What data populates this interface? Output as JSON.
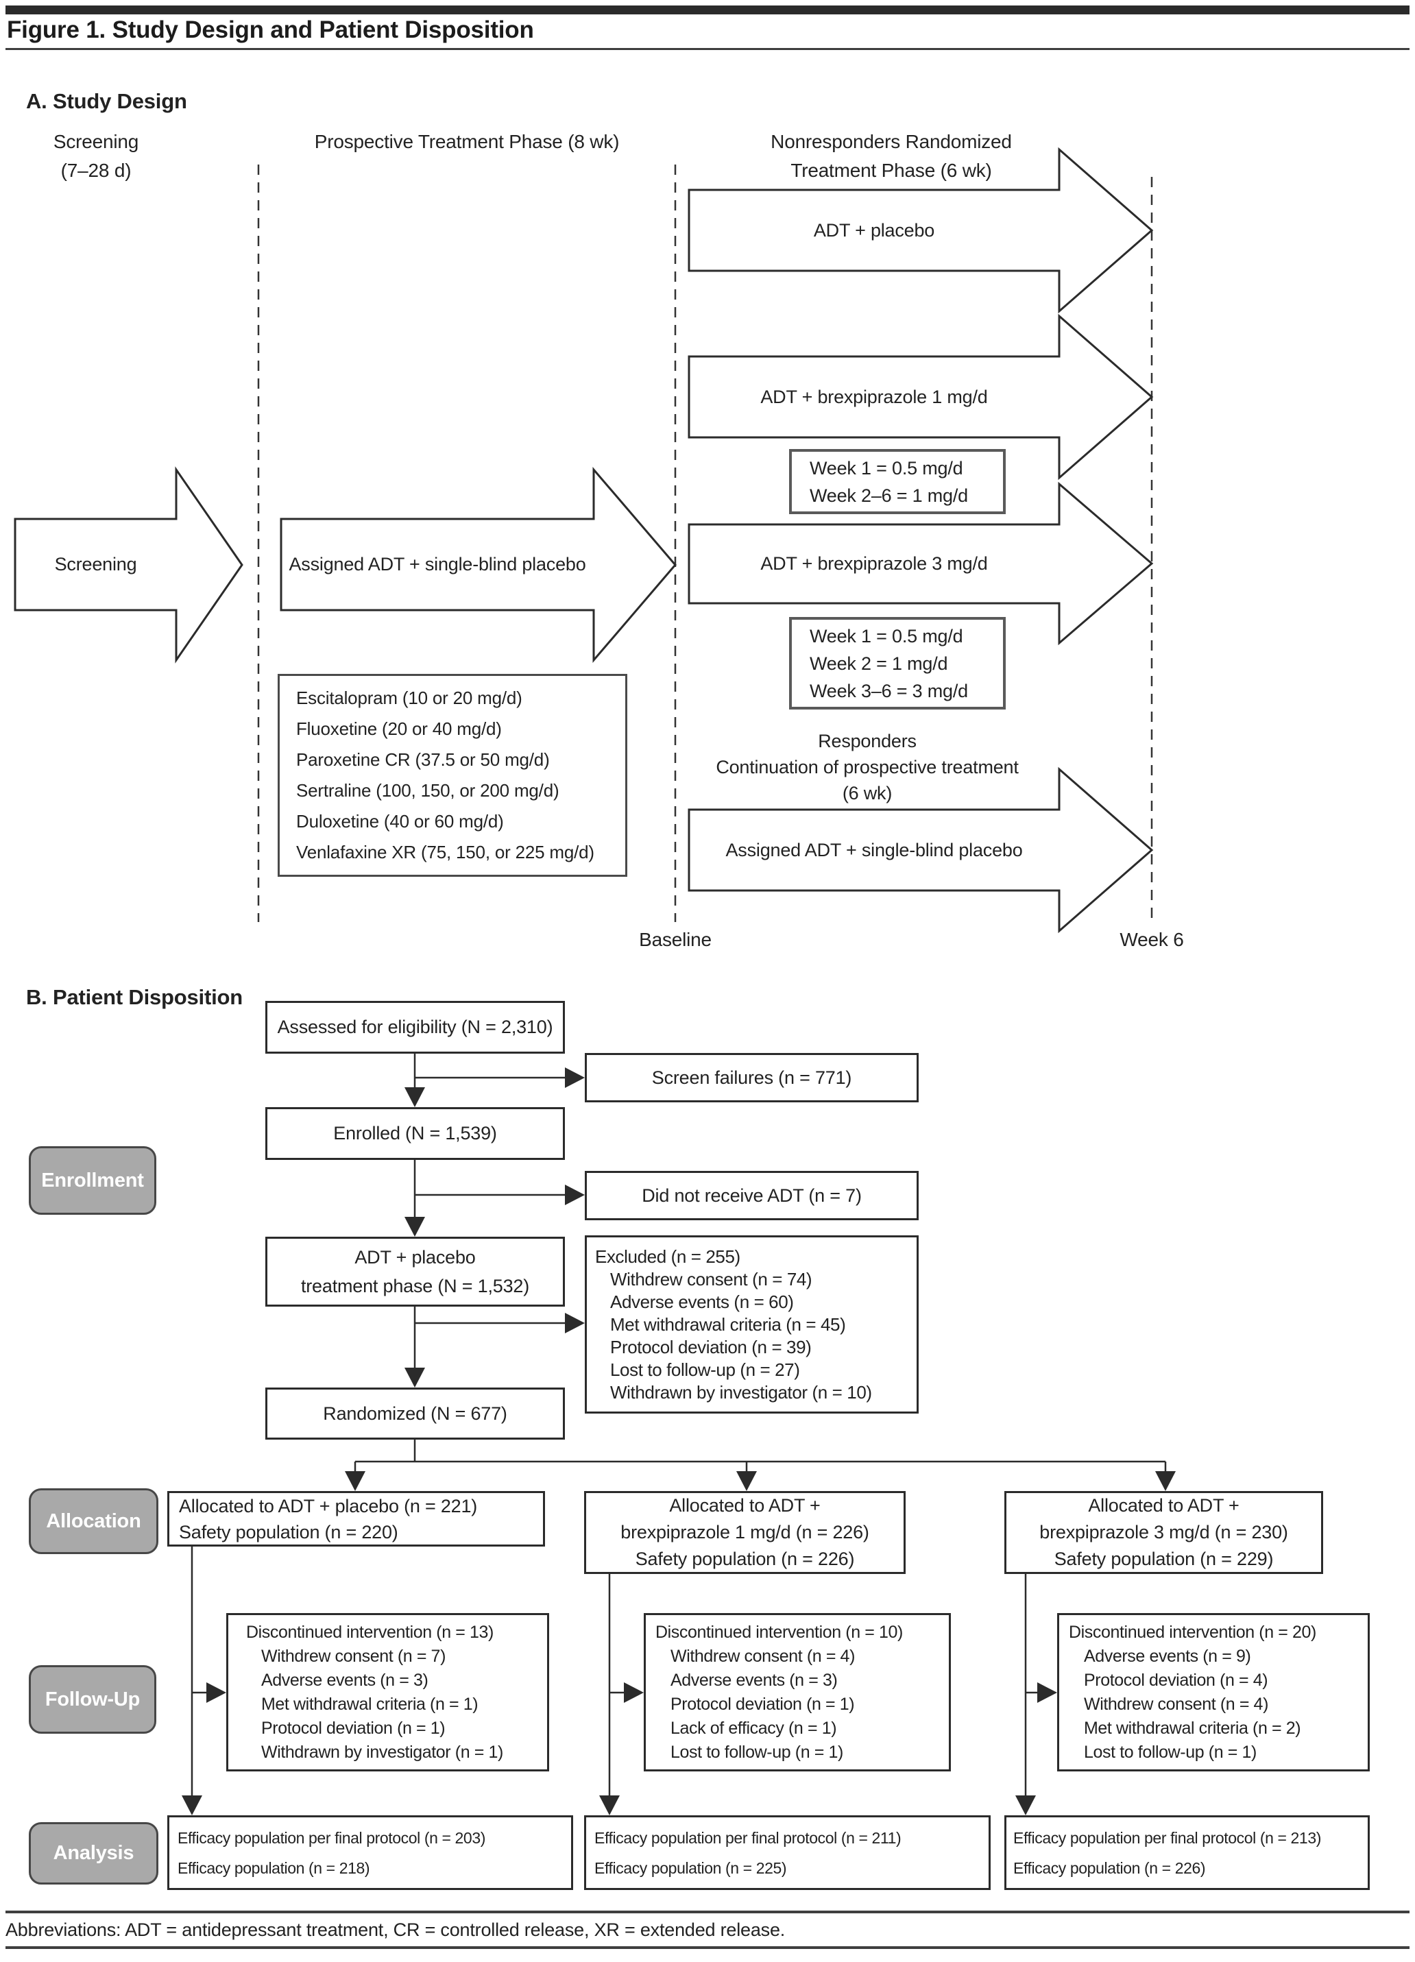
{
  "colors": {
    "ink": "#2b2b2b",
    "stage_label_fill": "#a9a9a9",
    "stage_label_text": "#ffffff"
  },
  "figure": {
    "title": "Figure 1. Study Design and Patient Disposition",
    "footnote": "Abbreviations: ADT = antidepressant treatment, CR = controlled release, XR = extended release."
  },
  "study_design": {
    "heading": "A. Study Design",
    "phases": {
      "screening_line1": "Screening",
      "screening_line2": "(7–28 d)",
      "prospective": "Prospective Treatment Phase (8 wk)",
      "randomized_line1": "Nonresponders Randomized",
      "randomized_line2": "Treatment Phase (6 wk)"
    },
    "timeline": {
      "baseline": "Baseline",
      "week6": "Week 6"
    },
    "arrows": {
      "screening": "Screening",
      "prospective": "Assigned ADT + single-blind placebo",
      "adt_placebo": "ADT + placebo",
      "brexpiprazole_1mg": "ADT + brexpiprazole 1 mg/d",
      "brexpiprazole_3mg": "ADT + brexpiprazole 3 mg/d",
      "responders_continuation": "Assigned ADT + single-blind placebo"
    },
    "adt_options": [
      "Escitalopram (10 or 20 mg/d)",
      "Fluoxetine (20 or 40 mg/d)",
      "Paroxetine CR (37.5 or 50 mg/d)",
      "Sertraline (100, 150, or 200 mg/d)",
      "Duloxetine (40 or 60 mg/d)",
      "Venlafaxine XR (75, 150, or 225 mg/d)"
    ],
    "titration_1mg": [
      "Week 1 = 0.5 mg/d",
      "Week 2–6 = 1 mg/d"
    ],
    "titration_3mg": [
      "Week 1 = 0.5 mg/d",
      "Week 2 = 1 mg/d",
      "Week 3–6 = 3 mg/d"
    ],
    "responders_note": [
      "Responders",
      "Continuation of prospective treatment",
      "(6 wk)"
    ]
  },
  "disposition": {
    "heading": "B. Patient Disposition",
    "stages": {
      "enrollment": "Enrollment",
      "allocation": "Allocation",
      "followup": "Follow-Up",
      "analysis": "Analysis"
    },
    "enrollment_flow": {
      "assessed": "Assessed for eligibility (N = 2,310)",
      "screen_failures": "Screen failures (n = 771)",
      "enrolled": "Enrolled (N = 1,539)",
      "did_not_receive": "Did not receive ADT (n = 7)",
      "treatment_phase": [
        "ADT + placebo",
        "treatment phase (N = 1,532)"
      ],
      "excluded": [
        "Excluded (n = 255)",
        "Withdrew consent (n = 74)",
        "Adverse events (n = 60)",
        "Met withdrawal criteria (n = 45)",
        "Protocol deviation (n = 39)",
        "Lost to follow-up (n = 27)",
        "Withdrawn by investigator (n = 10)"
      ],
      "randomized": "Randomized (N = 677)"
    },
    "allocation_flow": {
      "placebo": [
        "Allocated to ADT + placebo (n = 221)",
        "Safety population (n = 220)"
      ],
      "brexpiprazole_1mg": [
        "Allocated to ADT +",
        "brexpiprazole 1 mg/d (n = 226)",
        "Safety population (n = 226)"
      ],
      "brexpiprazole_3mg": [
        "Allocated to ADT +",
        "brexpiprazole 3 mg/d (n = 230)",
        "Safety population (n = 229)"
      ]
    },
    "followup_flow": {
      "placebo": [
        "Discontinued intervention (n = 13)",
        "Withdrew consent (n = 7)",
        "Adverse events (n = 3)",
        "Met withdrawal criteria (n = 1)",
        "Protocol deviation (n = 1)",
        "Withdrawn by investigator (n = 1)"
      ],
      "brexpiprazole_1mg": [
        "Discontinued intervention (n = 10)",
        "Withdrew consent (n = 4)",
        "Adverse events (n = 3)",
        "Protocol deviation (n = 1)",
        "Lack of efficacy (n = 1)",
        "Lost to follow-up (n = 1)"
      ],
      "brexpiprazole_3mg": [
        "Discontinued intervention (n = 20)",
        "Adverse events (n = 9)",
        "Protocol deviation (n = 4)",
        "Withdrew consent (n = 4)",
        "Met withdrawal criteria (n = 2)",
        "Lost to follow-up (n = 1)"
      ]
    },
    "analysis_flow": {
      "placebo": [
        "Efficacy population per final protocol (n = 203)",
        "Efficacy population (n = 218)"
      ],
      "brexpiprazole_1mg": [
        "Efficacy population per final protocol (n = 211)",
        "Efficacy population (n = 225)"
      ],
      "brexpiprazole_3mg": [
        "Efficacy population per final protocol (n = 213)",
        "Efficacy population (n = 226)"
      ]
    }
  }
}
